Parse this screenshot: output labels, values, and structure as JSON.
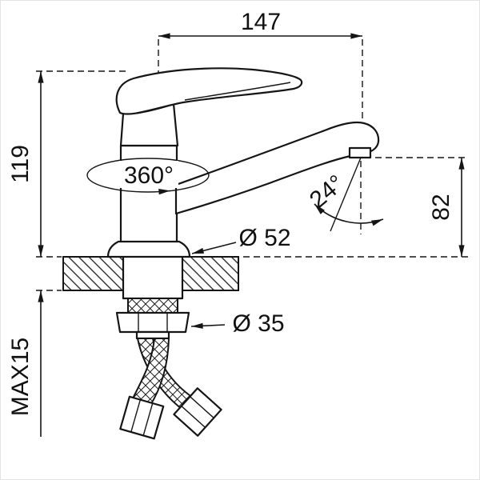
{
  "drawing": {
    "labels": {
      "spout_reach": "147",
      "height": "119",
      "swivel": "360°",
      "spray_angle": "24°",
      "outlet_height": "82",
      "base_diameter": "Ø 52",
      "shank_diameter": "Ø 35",
      "max_mount_thickness": "MAX15"
    },
    "colors": {
      "line": "#111111",
      "background": "#ffffff"
    }
  }
}
